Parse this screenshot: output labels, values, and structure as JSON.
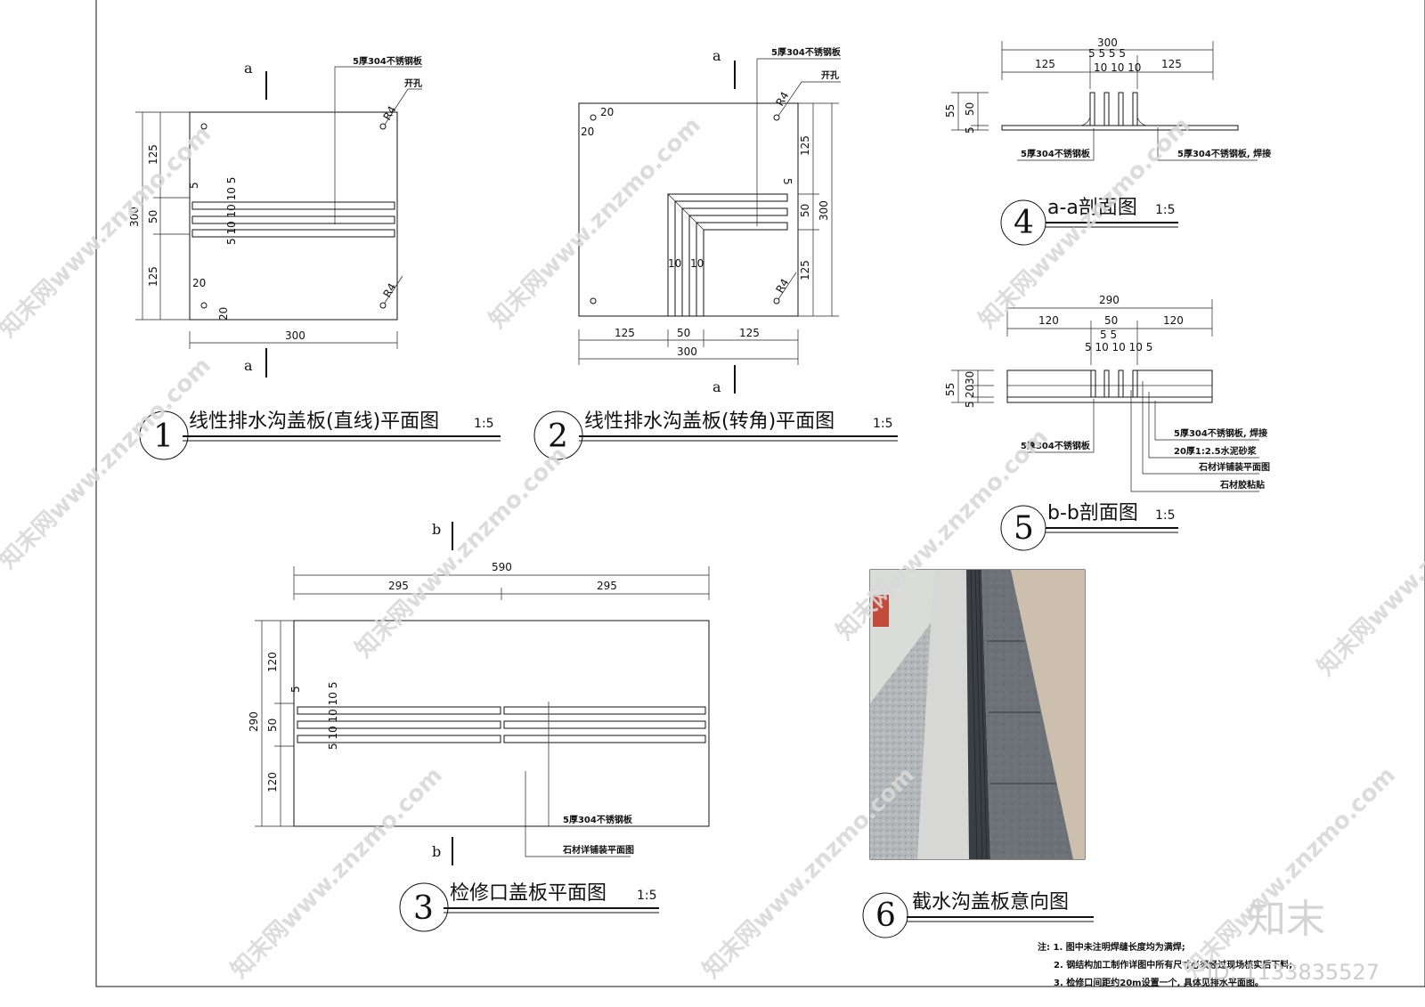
{
  "d1": {
    "title": "线性排水沟盖板(直线)平面图",
    "scale": "1:5",
    "num": "1",
    "cut_a_top": "a",
    "cut_a_bottom": "a",
    "callout_plate": "5厚304不锈钢板",
    "callout_hole": "开孔",
    "r_top": "R4",
    "r_bottom": "R4",
    "dim_300_h": "300",
    "dim_300_v": "300",
    "dim_125a": "125",
    "dim_50": "50",
    "dim_125b": "125",
    "dim_20a": "20",
    "dim_20b": "20",
    "dim_5": "5",
    "dim_slots": "5 10 10 10 5"
  },
  "d2": {
    "title": "线性排水沟盖板(转角)平面图",
    "scale": "1:5",
    "num": "2",
    "cut_a_top": "a",
    "cut_a_bottom": "a",
    "callout_plate": "5厚304不锈钢板",
    "callout_hole": "开孔",
    "r_top": "R4",
    "r_bottom": "R4",
    "dim_20a": "20",
    "dim_20b": "20",
    "dim_125a": "125",
    "dim_50": "50",
    "dim_125b": "125",
    "dim_300": "300",
    "dim_v125a": "125",
    "dim_v50": "50",
    "dim_v125b": "125",
    "dim_v300": "300",
    "dim_10": "10",
    "dim_5": "5"
  },
  "d3": {
    "title": "检修口盖板平面图",
    "scale": "1:5",
    "num": "3",
    "cut_b_top": "b",
    "cut_b_bottom": "b",
    "dim_590": "590",
    "dim_295a": "295",
    "dim_295b": "295",
    "dim_290": "290",
    "dim_120a": "120",
    "dim_50": "50",
    "dim_120b": "120",
    "dim_5": "5",
    "dim_slots": "5 10 10 10 5",
    "callout_plate": "5厚304不锈钢板",
    "callout_stone": "石材详铺装平面图"
  },
  "d4": {
    "title": "a-a剖面图",
    "scale": "1:5",
    "num": "4",
    "dim_300": "300",
    "dim_125a": "125",
    "dim_slots": "5 5 5 5",
    "dim_10s": "10 10 10",
    "dim_125b": "125",
    "dim_55": "55",
    "dim_50": "50",
    "dim_5": "5",
    "callout_left": "5厚304不锈钢板",
    "callout_right": "5厚304不锈钢板, 焊接"
  },
  "d5": {
    "title": "b-b剖面图",
    "scale": "1:5",
    "num": "5",
    "dim_290": "290",
    "dim_120a": "120",
    "dim_50": "50",
    "dim_120b": "120",
    "dim_55_top": "5 5",
    "dim_slots": "5 10 10 10 5",
    "dim_55": "55",
    "dim_20": "20",
    "dim_30": "30",
    "dim_5": "5",
    "callout_left": "5厚304不锈钢板",
    "callout_r1": "5厚304不锈钢板, 焊接",
    "callout_r2": "20厚1:2.5水泥砂浆",
    "callout_r3": "石材详铺装平面图",
    "callout_r4": "石材胶粘贴"
  },
  "d6": {
    "title": "截水沟盖板意向图",
    "num": "6"
  },
  "notes": {
    "n1": "注: 1. 图中未注明焊缝长度均为满焊;",
    "n2": "2. 钢结构加工制作详图中所有尺寸必须经过现场核实后下料;",
    "n3": "3. 检修口间距约20m设置一个, 具体见排水平面图。"
  },
  "watermarks": {
    "site": "知末网www.znzmo.com",
    "logo": "知末",
    "id": "ID: 1133835527"
  },
  "colors": {
    "line": "#111111",
    "watermark": "#d8d8d8",
    "photo_stone": "#9ea3a6",
    "photo_grate": "#2b2f33"
  }
}
